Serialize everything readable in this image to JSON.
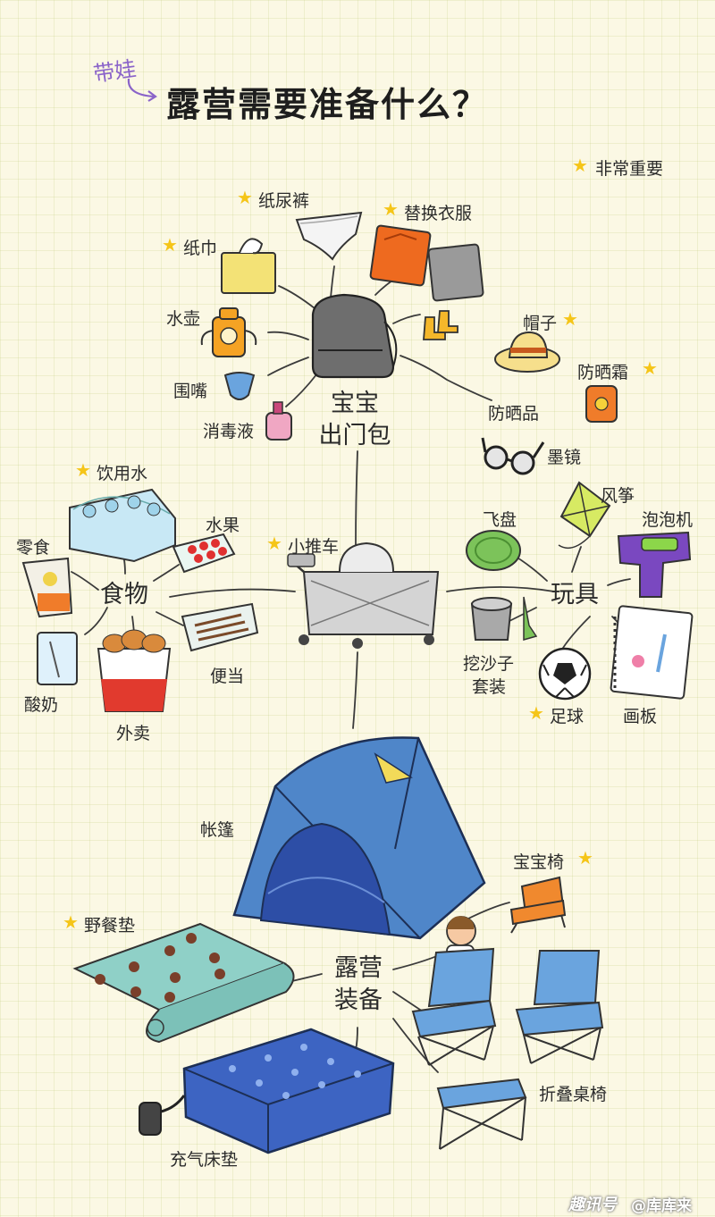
{
  "title": {
    "tag": "带娃",
    "main": "露营需要准备什么？"
  },
  "legend": {
    "star_icon": "star-icon",
    "text": "非常重要"
  },
  "colors": {
    "background": "#fbf8e4",
    "grid": "#d9dca8",
    "star": "#f5c518",
    "tag_purple": "#8a63c9",
    "tent_blue": "#4f86c9"
  },
  "hubs": {
    "baby_bag": {
      "line1": "宝宝",
      "line2": "出门包"
    },
    "food": "食物",
    "toys": "玩具",
    "camp_gear": {
      "line1": "露营",
      "line2": "装备"
    }
  },
  "items": {
    "diapers": "纸尿裤",
    "clothes": "替换衣服",
    "tissue": "纸巾",
    "kettle": "水壶",
    "bib": "围嘴",
    "sanitizer": "消毒液",
    "hat": "帽子",
    "sun_protection": "防晒品",
    "sunscreen": "防晒霜",
    "sunglasses": "墨镜",
    "water": "饮用水",
    "fruit": "水果",
    "snacks": "零食",
    "stroller": "小推车",
    "bento": "便当",
    "yogurt": "酸奶",
    "takeout": "外卖",
    "frisbee": "飞盘",
    "kite": "风筝",
    "bubble_machine": "泡泡机",
    "sand_toys_1": "挖沙子",
    "sand_toys_2": "套装",
    "football": "足球",
    "drawing_board": "画板",
    "tent": "帐篷",
    "baby_chair": "宝宝椅",
    "picnic_mat": "野餐垫",
    "folding_set": "折叠桌椅",
    "air_mattress": "充气床垫"
  },
  "watermark": {
    "site": "趣讯号",
    "author": "@库库来"
  }
}
